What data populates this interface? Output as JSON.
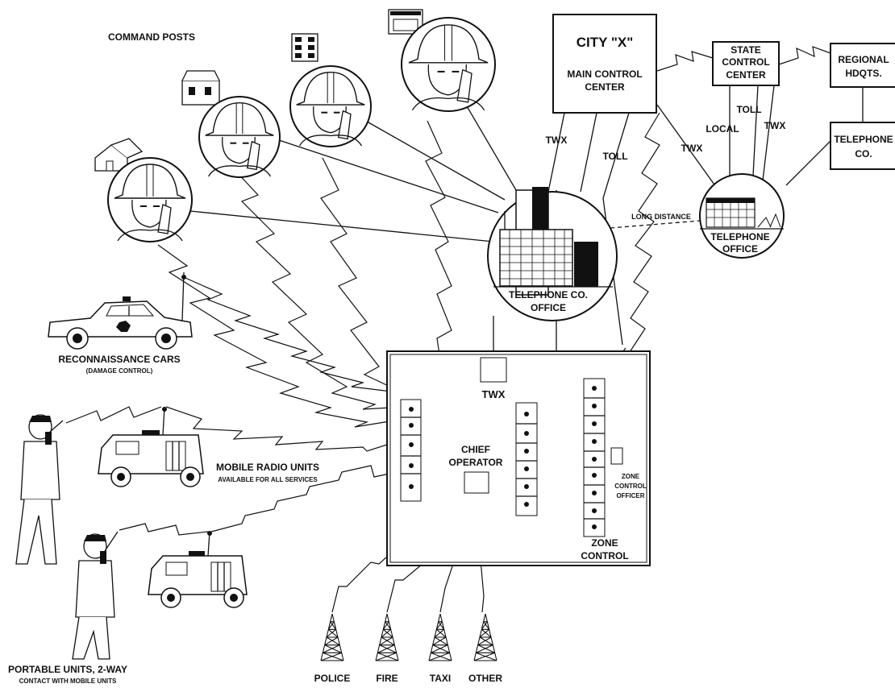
{
  "command_posts": "COMMAND POSTS",
  "city": {
    "title": "CITY \"X\"",
    "sub1": "MAIN CONTROL",
    "sub2": "CENTER"
  },
  "state": {
    "l1": "STATE",
    "l2": "CONTROL",
    "l3": "CENTER"
  },
  "regional": {
    "l1": "REGIONAL",
    "l2": "HDQTS."
  },
  "phone_co": {
    "l1": "TELEPHONE",
    "l2": "CO."
  },
  "links": {
    "twx_left": "TWX",
    "toll_center": "TOLL",
    "twx_mid": "TWX",
    "local": "LOCAL",
    "toll_right": "TOLL",
    "twx_right": "TWX",
    "long_distance": "LONG DISTANCE"
  },
  "tel_office_main": {
    "l1": "TELEPHONE CO.",
    "l2": "OFFICE"
  },
  "tel_office_right": {
    "l1": "TELEPHONE",
    "l2": "OFFICE"
  },
  "recon": {
    "l1": "RECONNAISSANCE CARS",
    "l2": "(DAMAGE CONTROL)"
  },
  "mobile": {
    "l1": "MOBILE RADIO UNITS",
    "l2": "AVAILABLE FOR ALL SERVICES"
  },
  "portable": {
    "l1": "PORTABLE UNITS, 2-WAY",
    "l2": "CONTACT WITH MOBILE UNITS"
  },
  "twx_box": "TWX",
  "chief": {
    "l1": "CHIEF",
    "l2": "OPERATOR"
  },
  "zone_officer": {
    "l1": "ZONE",
    "l2": "CONTROL",
    "l3": "OFFICER"
  },
  "zone_control": {
    "l1": "ZONE",
    "l2": "CONTROL"
  },
  "towers": [
    "POLICE",
    "FIRE",
    "TAXI",
    "OTHER"
  ],
  "colors": {
    "ink": "#111111",
    "paper": "#ffffff"
  }
}
